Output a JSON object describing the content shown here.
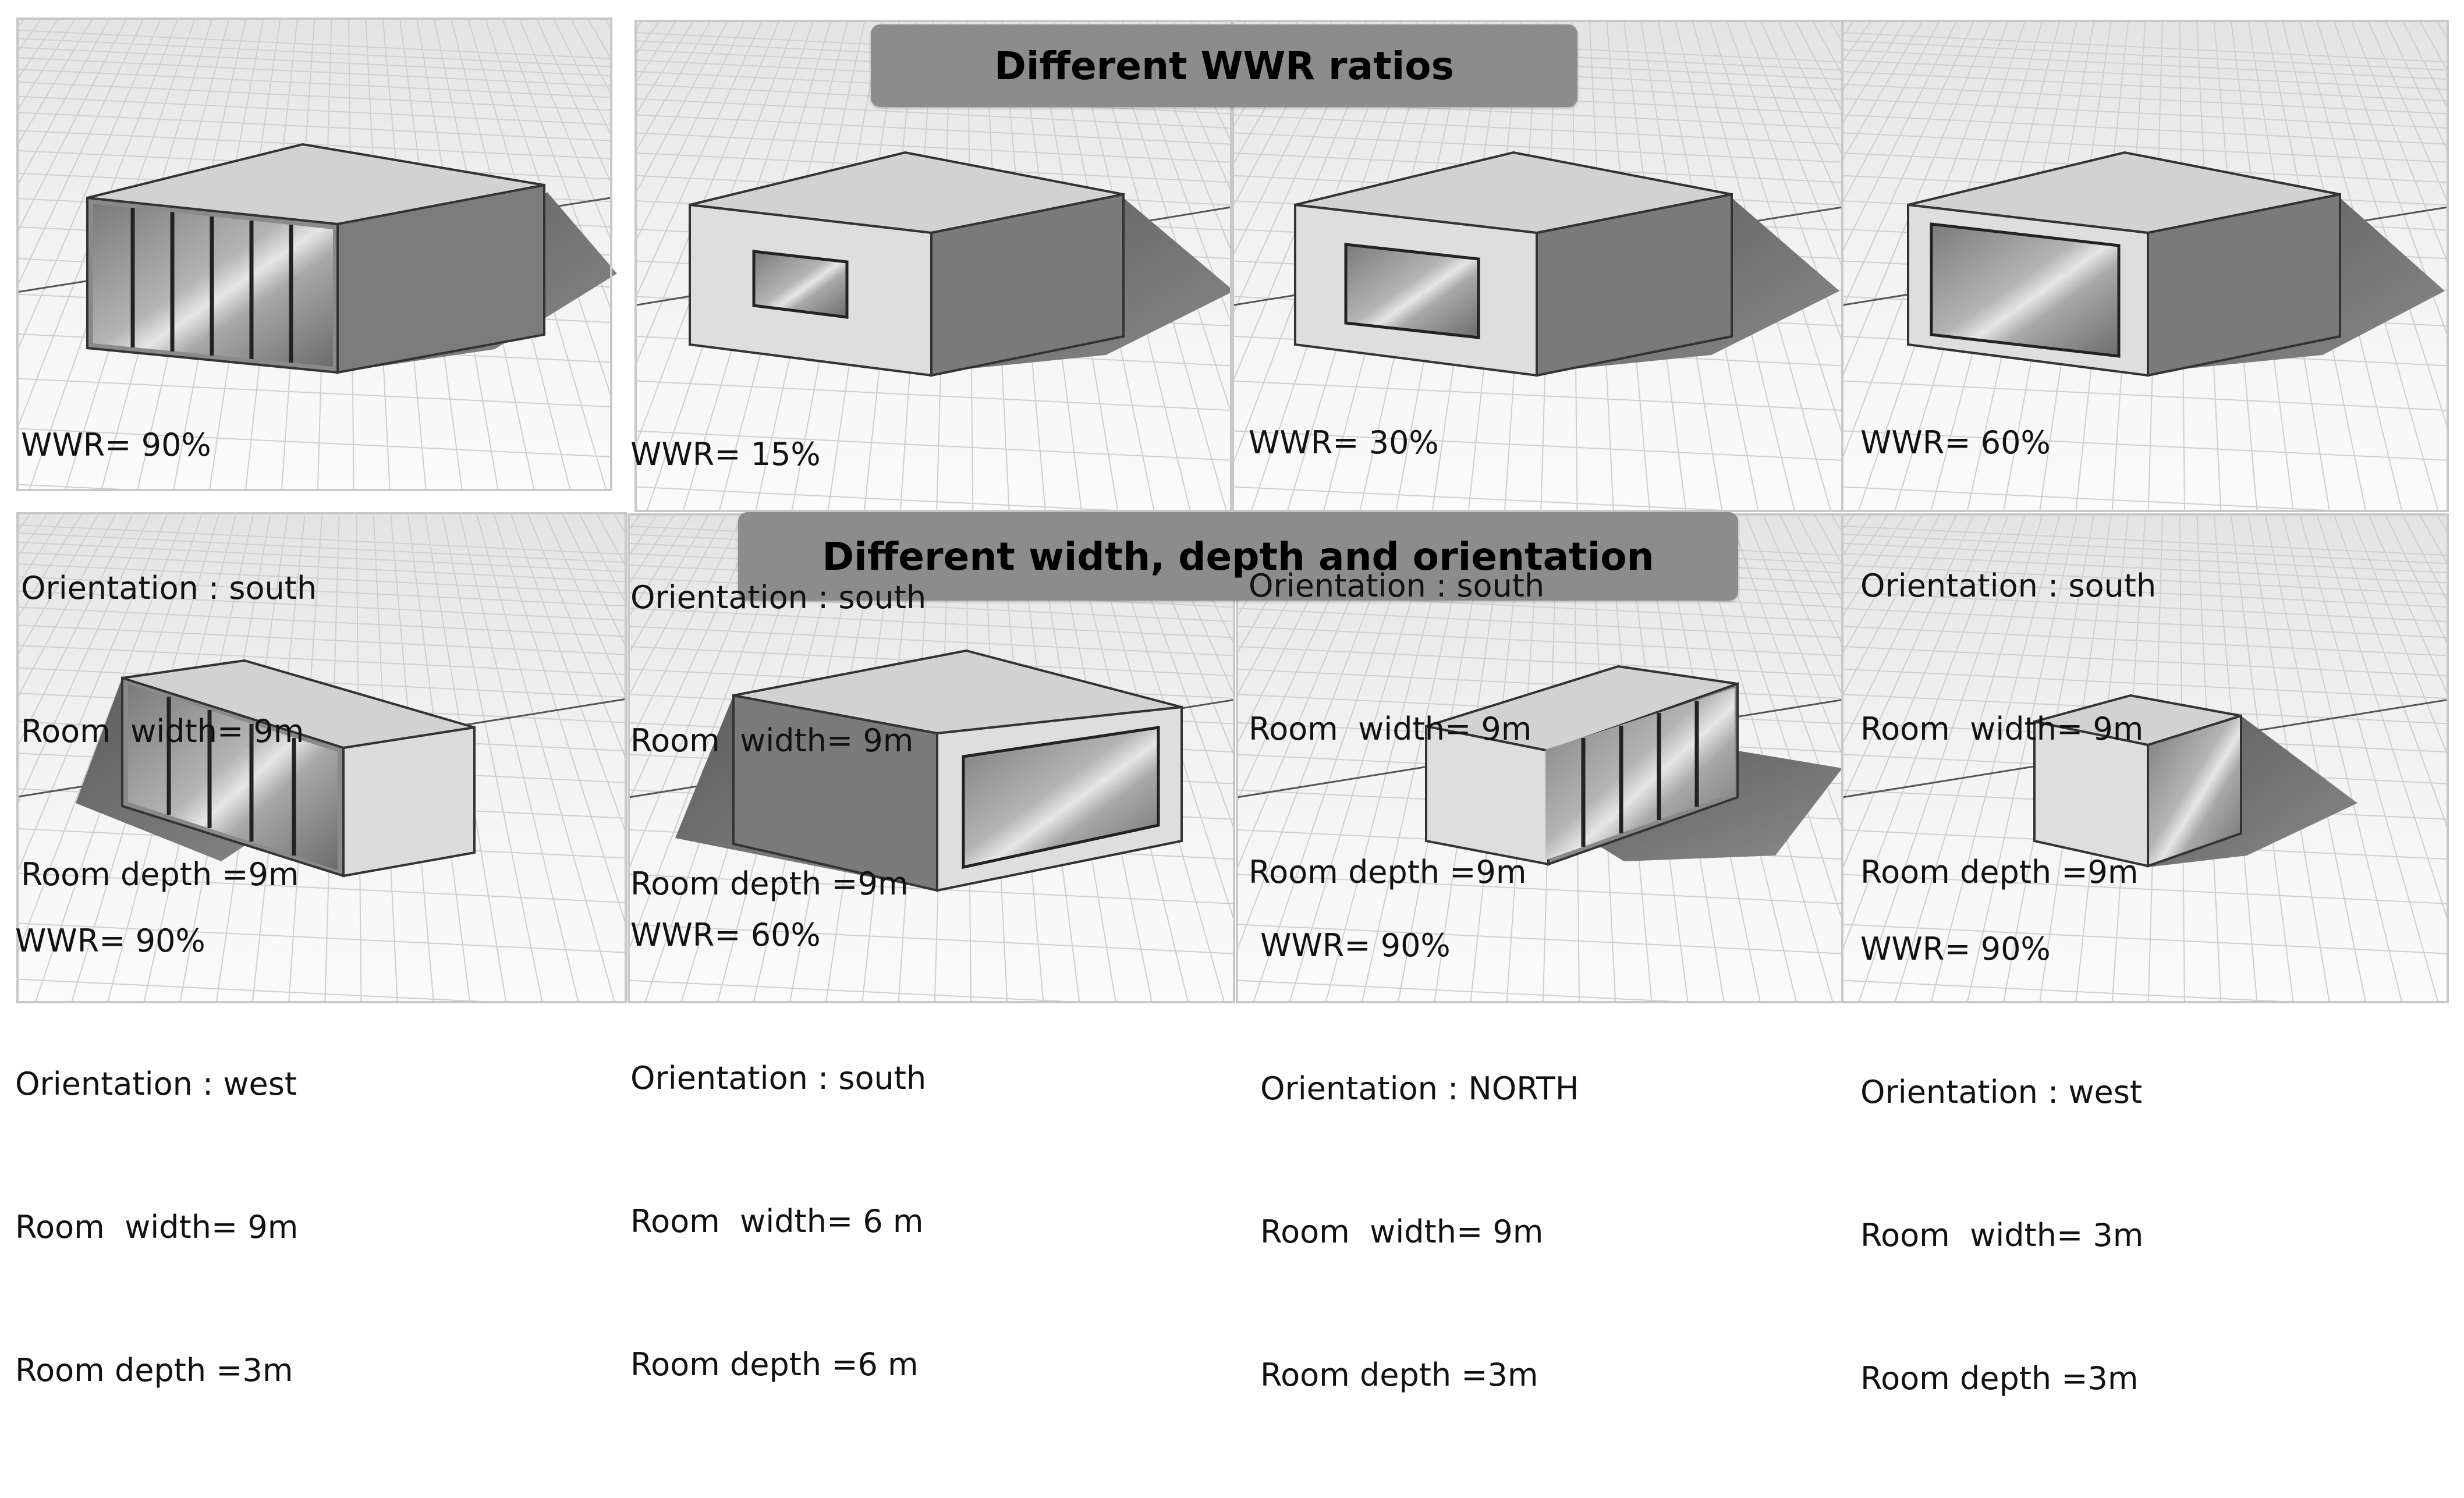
{
  "banners": {
    "top": "Different WWR ratios",
    "bottom": "Different width, depth and orientation"
  },
  "panels": [
    {
      "wwr": "WWR= 90%",
      "orientation": "Orientation : south",
      "width": "Room  width= 9m",
      "depth": "Room depth =9m"
    },
    {
      "wwr": "WWR= 15%",
      "orientation": "Orientation : south",
      "width": "Room  width= 9m",
      "depth": "Room depth =9m"
    },
    {
      "wwr": "WWR= 30%",
      "orientation": "Orientation : south",
      "width": "Room  width= 9m",
      "depth": "Room depth =9m"
    },
    {
      "wwr": "WWR= 60%",
      "orientation": "Orientation : south",
      "width": "Room  width= 9m",
      "depth": "Room depth =9m"
    },
    {
      "wwr": "WWR= 90%",
      "orientation": "Orientation : west",
      "width": "Room  width= 9m",
      "depth": "Room depth =3m"
    },
    {
      "wwr": "WWR= 60%",
      "orientation": "Orientation : south",
      "width": "Room  width= 6 m",
      "depth": "Room depth =6 m"
    },
    {
      "wwr": "WWR= 90%",
      "orientation": "Orientation : NORTH",
      "width": "Room  width= 9m",
      "depth": "Room depth =3m"
    },
    {
      "wwr": "WWR= 90%",
      "orientation": "Orientation : west",
      "width": "Room  width= 3m",
      "depth": "Room depth =3m"
    }
  ],
  "colors": {
    "banner": "#8c8c8c",
    "roof": "#d4d4d4",
    "wall_light": "#dcdcdc",
    "wall_dark": "#7a7a7a",
    "shadow": "#6e6e6e",
    "glass": "#9a9a9a",
    "grid": "#cfcfcf"
  }
}
